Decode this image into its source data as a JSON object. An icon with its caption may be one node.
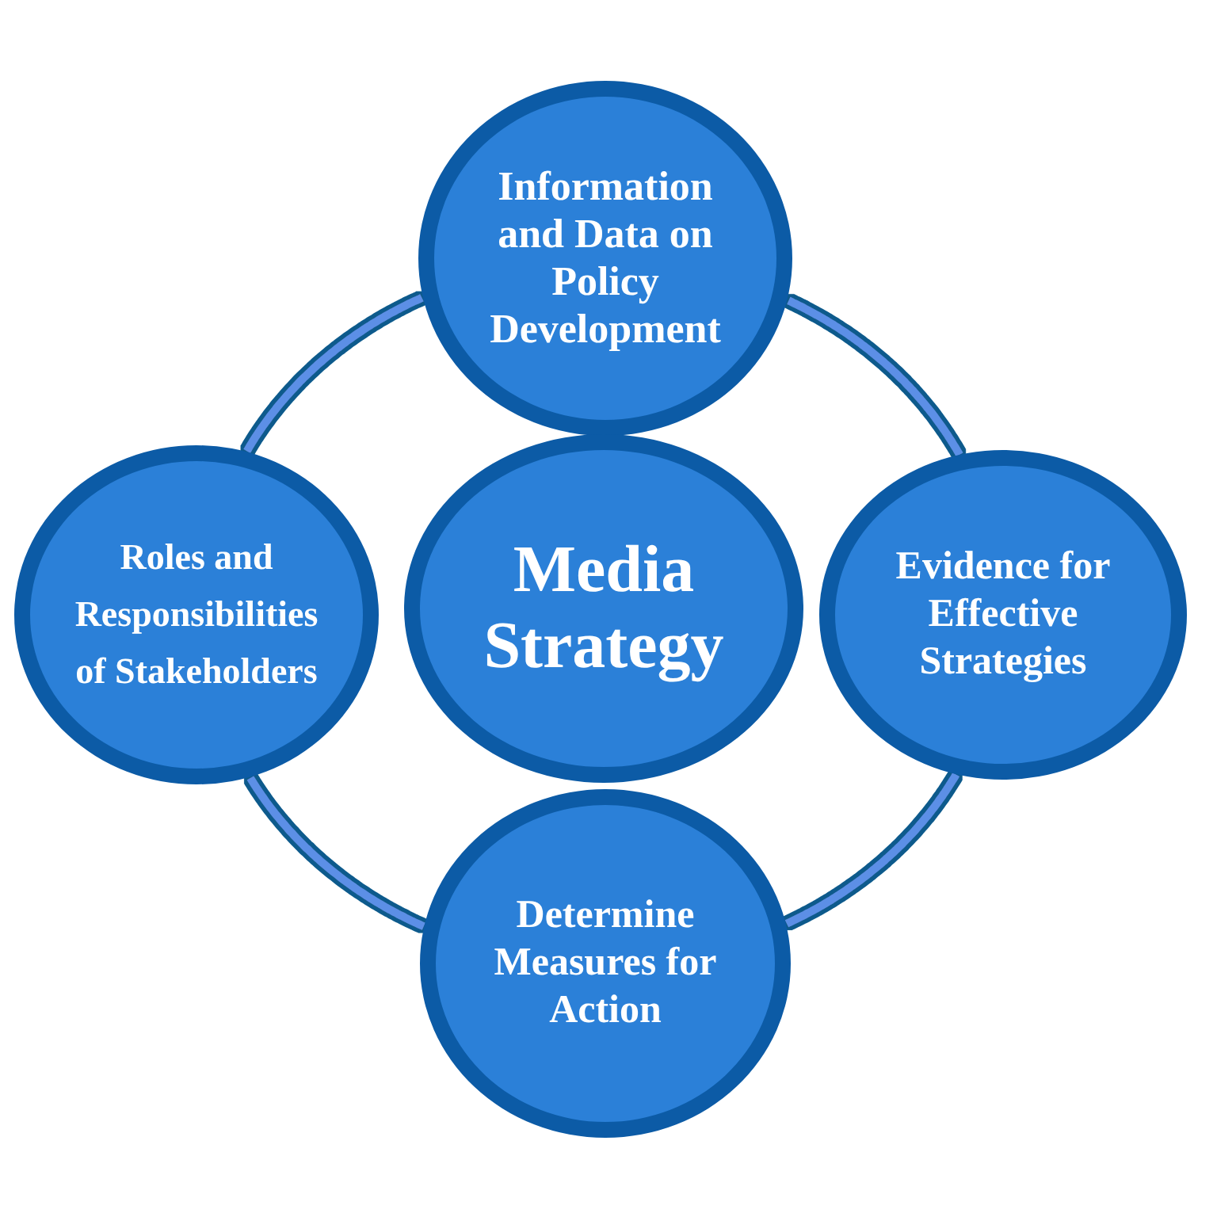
{
  "diagram": {
    "nodes": [
      {
        "text": [
          "Information and Data on Policy Development"
        ]
      },
      {
        "text": [
          "Roles and Responsibilities of Stakeholders"
        ]
      },
      {
        "text": [
          "Media Strategy"
        ]
      },
      {
        "text": [
          "Evidence for Effective Strategies"
        ]
      },
      {
        "text": [
          "Determine Measures for Action"
        ]
      }
    ],
    "edges": [
      {
        "from": 0,
        "to": 3,
        "arrow": "none"
      },
      {
        "from": 3,
        "to": 4,
        "arrow": "none"
      },
      {
        "from": 4,
        "to": 1,
        "arrow": "none"
      },
      {
        "from": 1,
        "to": 0,
        "arrow": "none"
      }
    ]
  }
}
